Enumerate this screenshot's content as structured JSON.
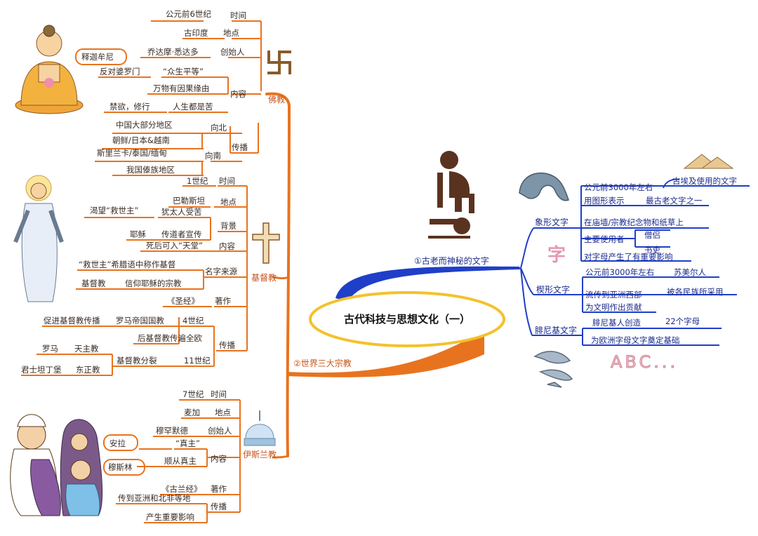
{
  "center": {
    "title": "古代科技与思想文化（一）"
  },
  "branches": {
    "left": {
      "label": "②世界三大宗教"
    },
    "right": {
      "label": "①古老而神秘的文字"
    }
  },
  "buddhism": {
    "label": "佛教",
    "time_key": "时间",
    "time_val": "公元前6世纪",
    "place_key": "地点",
    "place_val": "古印度",
    "founder_key": "创始人",
    "founder_val": "乔达摩·悉达多",
    "founder_alias": "释迦牟尼",
    "content_key": "内容",
    "c1": "“众生平等”",
    "c1_note": "反对婆罗门",
    "c2": "万物有因果缘由",
    "c3": "人生都是苦",
    "c3_note": "禁欲，修行",
    "spread_key": "传播",
    "north_key": "向北",
    "north_1": "中国大部分地区",
    "north_2": "朝鲜/日本&越南",
    "south_key": "向南",
    "south_1": "斯里兰卡/泰国/缅甸",
    "south_2": "我国傣族地区"
  },
  "christianity": {
    "label": "基督教",
    "time_key": "时间",
    "time_val": "1世纪",
    "place_key": "地点",
    "place_val": "巴勒斯坦",
    "bg_key": "背景",
    "bg_1": "犹太人受苦",
    "bg_1_note": "渴望“救世主”",
    "bg_2": "传道者宣传",
    "bg_2_note": "耶稣",
    "content_key": "内容",
    "content_val": "死后可入“天堂”",
    "name_key": "名字来源",
    "name_1": "“救世主”希腊语中称作基督",
    "name_2": "信仰耶稣的宗教",
    "name_2_note": "基督教",
    "work_key": "著作",
    "work_val": "《圣经》",
    "spread_key": "传播",
    "c4_key": "4世纪",
    "c4_1": "罗马帝国国教",
    "c4_1_note": "促进基督教传播",
    "c4_2": "后基督教传遍全欧",
    "c11_key": "11世纪",
    "c11_val": "基督教分裂",
    "catholic": "天主教",
    "catholic_note": "罗马",
    "orthodox": "东正教",
    "orthodox_note": "君士坦丁堡"
  },
  "islam": {
    "label": "伊斯兰教",
    "time_key": "时间",
    "time_val": "7世纪",
    "place_key": "地点",
    "place_val": "麦加",
    "founder_key": "创始人",
    "founder_val": "穆罕默德",
    "content_key": "内容",
    "c1": "“真主”",
    "c1_note": "安拉",
    "c2": "顺从真主",
    "c2_note": "穆斯林",
    "work_key": "著作",
    "work_val": "《古兰经》",
    "spread_key": "传播",
    "spread_1": "传到亚洲和北非等地",
    "spread_2": "产生重要影响"
  },
  "hieroglyph": {
    "label": "象形文字",
    "label_icon": "字",
    "time": "公元前3000年左右",
    "time_note": "古埃及使用的文字",
    "form": "用图形表示",
    "form_note": "最古老文字之一",
    "where": "在庙墙/宗教纪念物和纸草上",
    "users": "主要使用者",
    "user_1": "僧侣",
    "user_2": "书吏",
    "influence": "对字母产生了有重要影响"
  },
  "cuneiform": {
    "label": "楔形文字",
    "time": "公元前3000年左右",
    "time_note": "苏美尔人",
    "spread": "流传到亚洲西部",
    "spread_note": "被各民族所采用",
    "contrib": "为文明作出贡献"
  },
  "phoenician": {
    "label": "腓尼基文字",
    "creator": "腓尼基人创造",
    "creator_note": "22个字母",
    "basis": "为欧洲字母文字奠定基础",
    "abc": "ABC..."
  },
  "colors": {
    "orange": "#e8731e",
    "blue": "#1f3fc9",
    "text": "#3a2c24",
    "right_text": "#1b2b8c"
  },
  "icons": [
    "buddha-figure",
    "swastika-icon",
    "jesus-figure",
    "cross-icon",
    "muslim-family-figure",
    "mosque-icon",
    "pharaoh-hieroglyph-figure",
    "serpent-glyph-icon",
    "pyramid-icon",
    "fish-glyph-icon"
  ]
}
